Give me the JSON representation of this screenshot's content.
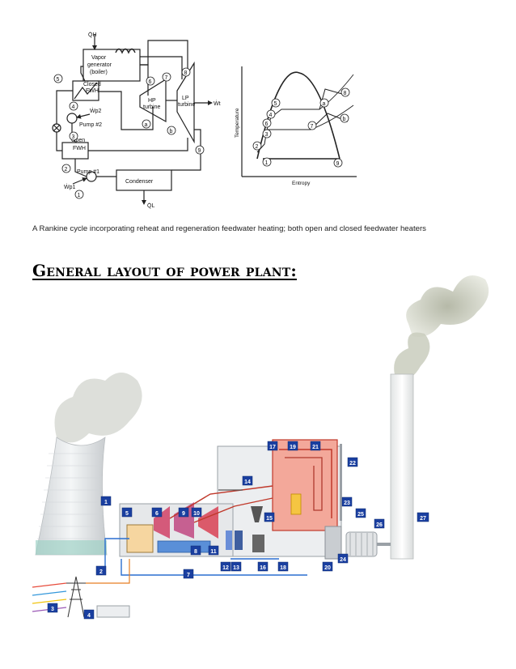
{
  "caption": "A Rankine cycle incorporating reheat and regeneration feedwater heating; both open and closed feedwater heaters",
  "heading": "General layout of power plant:",
  "schematic": {
    "qh": "Q̇H",
    "boiler": [
      "Vapor",
      "generator",
      "(boiler)"
    ],
    "closed_fwh": [
      "Closed",
      "FWH"
    ],
    "hp": [
      "HP",
      "turbine"
    ],
    "lp": [
      "LP",
      "turbine"
    ],
    "wt": "Ẇt",
    "pump2": "Pump #2",
    "wp2": "Ẇp2",
    "open_fwh": [
      "Open",
      "FWH"
    ],
    "pump1": "Pump #1",
    "wp1": "Ẇp1",
    "condenser": "Condenser",
    "ql": "Q̇L",
    "states": [
      "1",
      "2",
      "3",
      "4",
      "5",
      "6",
      "7",
      "8",
      "9",
      "a",
      "b"
    ]
  },
  "ts": {
    "ylabel": "Temperature",
    "xlabel": "Entropy"
  },
  "plant": {
    "numbers": [
      "1",
      "2",
      "3",
      "4",
      "5",
      "6",
      "7",
      "8",
      "9",
      "10",
      "11",
      "12",
      "13",
      "14",
      "15",
      "16",
      "17",
      "18",
      "19",
      "20",
      "21",
      "22",
      "23",
      "24",
      "25",
      "26",
      "27"
    ]
  }
}
